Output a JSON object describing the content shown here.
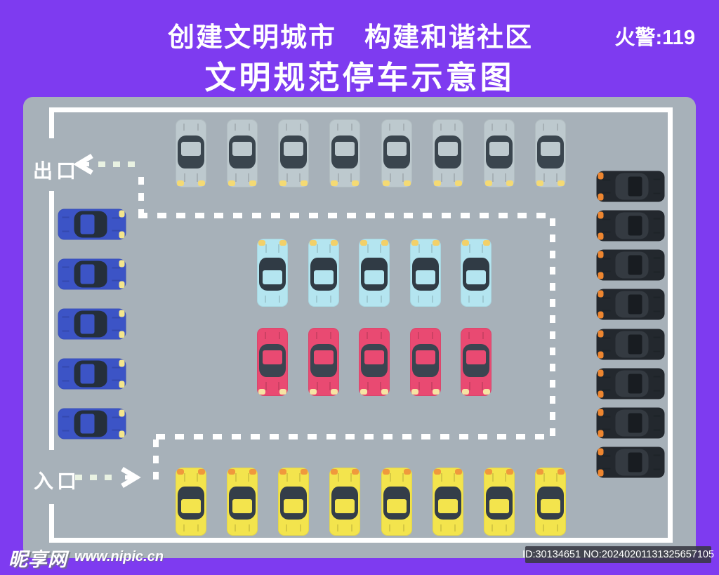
{
  "header": {
    "slogan": "创建文明城市　构建和谐社区",
    "fire_alarm": "火警:119",
    "title": "文明规范停车示意图"
  },
  "lot": {
    "exit_label": "出口",
    "entrance_label": "入口"
  },
  "cars": {
    "groups": [
      {
        "name": "top-row-gray-cars",
        "count": 8,
        "face": "down",
        "body": "#bdc9ce",
        "glass": "#3a454e",
        "roof": "#bdc9ce",
        "light": "#f4da74"
      },
      {
        "name": "middle-row-cyan-cars",
        "count": 5,
        "face": "up",
        "body": "#b4e5f0",
        "glass": "#303b45",
        "roof": "#b4e5f0",
        "light": "#f2d069"
      },
      {
        "name": "middle-row-pink-cars",
        "count": 5,
        "face": "down",
        "body": "#e94a72",
        "glass": "#3b4551",
        "roof": "#e94a72",
        "light": "#f6e3a4"
      },
      {
        "name": "bottom-row-yellow-cars",
        "count": 8,
        "face": "up",
        "body": "#f3e44d",
        "glass": "#343e49",
        "roof": "#f3e44d",
        "light": "#f0993c"
      },
      {
        "name": "left-column-blue-cars",
        "count": 5,
        "face": "right",
        "body": "#3c54c6",
        "glass": "#252f3b",
        "roof": "#3c54c6",
        "light": "#f4e68c"
      },
      {
        "name": "right-column-black-cars",
        "count": 8,
        "face": "left",
        "body": "#23282e",
        "glass": "#343a41",
        "roof": "#181c21",
        "light": "#ee8630"
      }
    ]
  },
  "footer": {
    "site_name": "昵享网",
    "site_url": "www.nipic.cn",
    "image_id": "ID:30134651 NO:20240201131325657105"
  },
  "colors": {
    "background": "#7e3bf0",
    "lot_surface": "#a7b1b9",
    "boundary": "#ffffff",
    "path_dash": "#ffffff",
    "path_dash_minor": "#e9f2e2"
  }
}
